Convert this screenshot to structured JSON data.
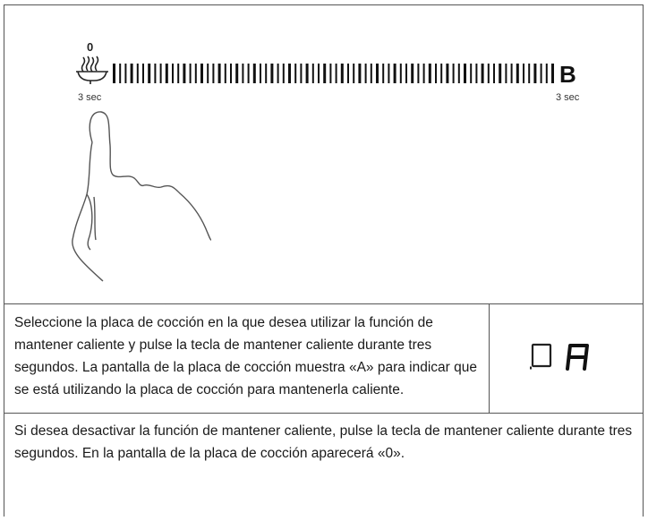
{
  "illustration": {
    "top_label": "0",
    "left_label": "3 sec",
    "right_label": "3 sec",
    "end_letter": "B",
    "icon_name": "keep-warm-icon",
    "hand_icon": "pressing-hand-icon"
  },
  "step1": {
    "text": "Seleccione la placa de cocción en la que desea utilizar la función de mantener caliente y pulse la tecla de mantener caliente durante tres segundos. La pantalla de la placa de cocción muestra «A» para indicar que se está utilizando la placa de cocción para mantenerla caliente.",
    "display_letter": "A",
    "display_icon": "cooking-zone-display-icon"
  },
  "step2": {
    "text": "Si desea desactivar la función de mantener caliente, pulse la tecla de mantener caliente durante tres segundos. En la pantalla de la placa de cocción aparecerá «0»."
  }
}
